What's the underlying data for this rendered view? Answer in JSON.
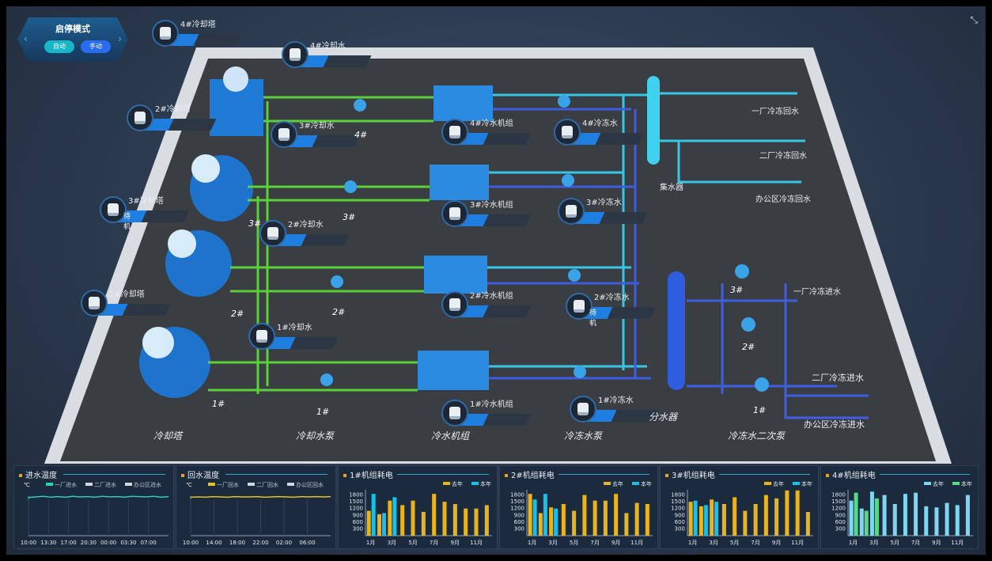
{
  "mode": {
    "title": "启停模式",
    "auto": "自动",
    "manual": "手动"
  },
  "tags": {
    "ct4": {
      "label": "4#冷却塔",
      "status": ""
    },
    "cw4": {
      "label": "4#冷却水",
      "status": ""
    },
    "ct2": {
      "label": "2#冷却塔",
      "status": ""
    },
    "cw3": {
      "label": "3#冷却水",
      "status": ""
    },
    "ct3": {
      "label": "3#冷却塔",
      "status": "待机"
    },
    "cw2": {
      "label": "2#冷却水",
      "status": ""
    },
    "ct1": {
      "label": "1#冷却塔",
      "status": ""
    },
    "cw1": {
      "label": "1#冷却水",
      "status": ""
    },
    "ch4": {
      "label": "4#冷水机组",
      "status": ""
    },
    "ch3": {
      "label": "3#冷水机组",
      "status": ""
    },
    "ch2": {
      "label": "2#冷水机组",
      "status": ""
    },
    "ch1": {
      "label": "1#冷水机组",
      "status": ""
    },
    "cp4": {
      "label": "4#冷冻水",
      "status": ""
    },
    "cp3": {
      "label": "3#冷冻水",
      "status": ""
    },
    "cp2": {
      "label": "2#冷冻水",
      "status": "待机"
    },
    "cp1": {
      "label": "1#冷冻水",
      "status": ""
    }
  },
  "labels": {
    "r1": "一厂冷冻回水",
    "r2": "二厂冷冻回水",
    "r3": "办公区冷冻回水",
    "collector": "集水器",
    "divider": "分水器",
    "s1": "一厂冷冻进水",
    "s2": "二厂冷冻进水",
    "s3": "办公区冷冻进水"
  },
  "numbers": {
    "p4": "4#",
    "p3": "3#",
    "t3": "3#",
    "p2": "2#",
    "t2": "2#",
    "p1": "1#",
    "t1": "1#",
    "sp3": "3#",
    "sp2": "2#",
    "sp1": "1#"
  },
  "categories": {
    "tower": "冷却塔",
    "cwpump": "冷却水泵",
    "chiller": "冷水机组",
    "chpump": "冷冻水泵",
    "divider": "分水器",
    "secpump": "冷冻水二次泵"
  },
  "colors": {
    "accent": "#1e7fe0",
    "yellow": "#e8b520",
    "cyan": "#18c0e8",
    "lightblue": "#7fd6f0",
    "green": "#55d98a",
    "teal": "#2ad0b8"
  },
  "chart_data": [
    {
      "type": "line",
      "title": "进水温度",
      "unit": "℃",
      "legend": [
        "一厂进水",
        "二厂进水",
        "办公区进水"
      ],
      "x": [
        "10:00",
        "13:30",
        "17:00",
        "20:30",
        "00:00",
        "03:30",
        "07:00"
      ],
      "series": [
        {
          "name": "一厂进水",
          "color": "#2ad0b8",
          "values": [
            12.5,
            12.7,
            12.9,
            12.6,
            12.8,
            12.6,
            12.9,
            12.7,
            12.8,
            12.6,
            12.9,
            12.7,
            12.8,
            12.6,
            12.9,
            12.8,
            12.7,
            12.9,
            12.6,
            12.8
          ]
        }
      ],
      "ylim": [
        0,
        14
      ]
    },
    {
      "type": "line",
      "title": "回水温度",
      "unit": "℃",
      "legend": [
        "一厂回水",
        "二厂回水",
        "办公区回水"
      ],
      "x": [
        "10:00",
        "14:00",
        "18:00",
        "22:00",
        "02:00",
        "06:00"
      ],
      "series": [
        {
          "name": "一厂回水",
          "color": "#e8c020",
          "values": [
            12.6,
            12.7,
            12.6,
            12.8,
            12.7,
            12.6,
            12.8,
            12.7,
            12.7,
            12.8,
            12.6,
            12.7,
            12.8,
            12.7,
            12.6,
            12.8,
            12.7,
            12.8,
            12.7,
            12.8
          ]
        }
      ],
      "ylim": [
        0,
        14
      ]
    },
    {
      "type": "bar",
      "title": "1#机组耗电",
      "categories": [
        "1月",
        "2月",
        "3月",
        "4月",
        "5月",
        "6月",
        "7月",
        "8月",
        "9月",
        "10月",
        "11月",
        "12月"
      ],
      "xticks": [
        "1月",
        "3月",
        "5月",
        "7月",
        "9月",
        "11月"
      ],
      "yticks": [
        300,
        600,
        900,
        1200,
        1500,
        1800
      ],
      "ylim": [
        0,
        2100
      ],
      "series": [
        {
          "name": "去年",
          "color": "#e8b520",
          "values": [
            1100,
            950,
            1550,
            1350,
            1550,
            1050,
            1850,
            1500,
            1400,
            1200,
            1200,
            1350
          ]
        },
        {
          "name": "本年",
          "color": "#18c0e8",
          "values": [
            1850,
            1000,
            1700
          ]
        }
      ]
    },
    {
      "type": "bar",
      "title": "2#机组耗电",
      "categories": [
        "1月",
        "2月",
        "3月",
        "4月",
        "5月",
        "6月",
        "7月",
        "8月",
        "9月",
        "10月",
        "11月",
        "12月"
      ],
      "xticks": [
        "1月",
        "3月",
        "5月",
        "7月",
        "9月",
        "11月"
      ],
      "yticks": [
        300,
        600,
        900,
        1200,
        1500,
        1800
      ],
      "ylim": [
        0,
        2100
      ],
      "series": [
        {
          "name": "去年",
          "color": "#e8b520",
          "values": [
            1850,
            1000,
            1250,
            1400,
            1100,
            1800,
            1550,
            1550,
            1850,
            1000,
            1450,
            1400
          ]
        },
        {
          "name": "本年",
          "color": "#18c0e8",
          "values": [
            1600,
            1850,
            1200
          ]
        }
      ]
    },
    {
      "type": "bar",
      "title": "3#机组耗电",
      "categories": [
        "1月",
        "2月",
        "3月",
        "4月",
        "5月",
        "6月",
        "7月",
        "8月",
        "9月",
        "10月",
        "11月",
        "12月"
      ],
      "xticks": [
        "1月",
        "3月",
        "5月",
        "7月",
        "9月",
        "11月"
      ],
      "yticks": [
        300,
        600,
        900,
        1200,
        1500,
        1800
      ],
      "ylim": [
        0,
        2100
      ],
      "series": [
        {
          "name": "去年",
          "color": "#e8b520",
          "values": [
            1500,
            1300,
            1600,
            1400,
            1700,
            1100,
            1400,
            1800,
            1650,
            2000,
            2000,
            1050
          ]
        },
        {
          "name": "本年",
          "color": "#18c0e8",
          "values": [
            1550,
            1350,
            1500
          ]
        }
      ]
    },
    {
      "type": "bar",
      "title": "4#机组耗电",
      "categories": [
        "1月",
        "2月",
        "3月",
        "4月",
        "5月",
        "6月",
        "7月",
        "8月",
        "9月",
        "10月",
        "11月",
        "12月"
      ],
      "xticks": [
        "1月",
        "3月",
        "5月",
        "7月",
        "9月",
        "11月"
      ],
      "yticks": [
        300,
        600,
        900,
        1200,
        1500,
        1800
      ],
      "ylim": [
        0,
        2100
      ],
      "series": [
        {
          "name": "去年",
          "color": "#7fd6f0",
          "values": [
            1550,
            1200,
            1950,
            1800,
            1400,
            1850,
            1900,
            1300,
            1250,
            1450,
            1350,
            1800
          ]
        },
        {
          "name": "本年",
          "color": "#55d98a",
          "values": [
            1900,
            1100,
            1650
          ]
        }
      ]
    }
  ]
}
